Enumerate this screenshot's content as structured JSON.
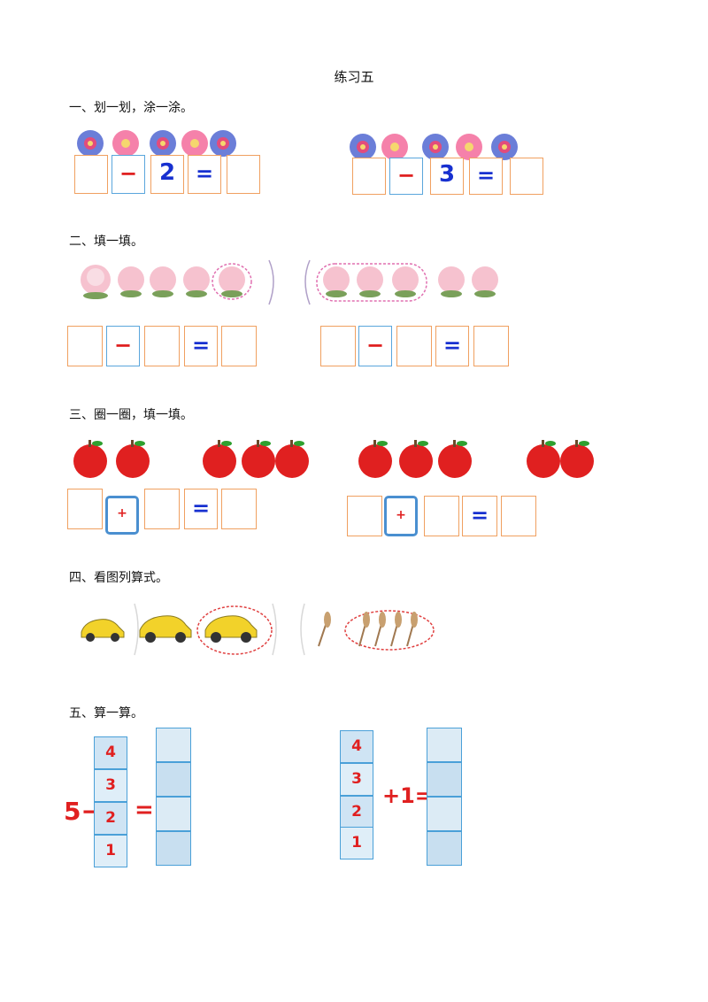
{
  "title": "练习五",
  "sections": {
    "s1": "一、划一划，涂一涂。",
    "s2": "二、填一填。",
    "s3": "三、圈一圈，填一填。",
    "s4": "四、看图列算式。",
    "s5": "五、算一算。"
  },
  "symbols": {
    "minus": "−",
    "equals": "=",
    "plus": "+"
  },
  "s1": {
    "left_number": "2",
    "right_number": "3"
  },
  "s5": {
    "left_prefix": "5−",
    "left_column": [
      "4",
      "3",
      "2",
      "1"
    ],
    "right_column": [
      "4",
      "3",
      "2",
      "1"
    ],
    "right_suffix": "+1=",
    "equals": "="
  },
  "colors": {
    "orange_box": "#f0a060",
    "blue_box": "#5aa6dc",
    "red": "#e02020",
    "blue": "#1730d0"
  }
}
